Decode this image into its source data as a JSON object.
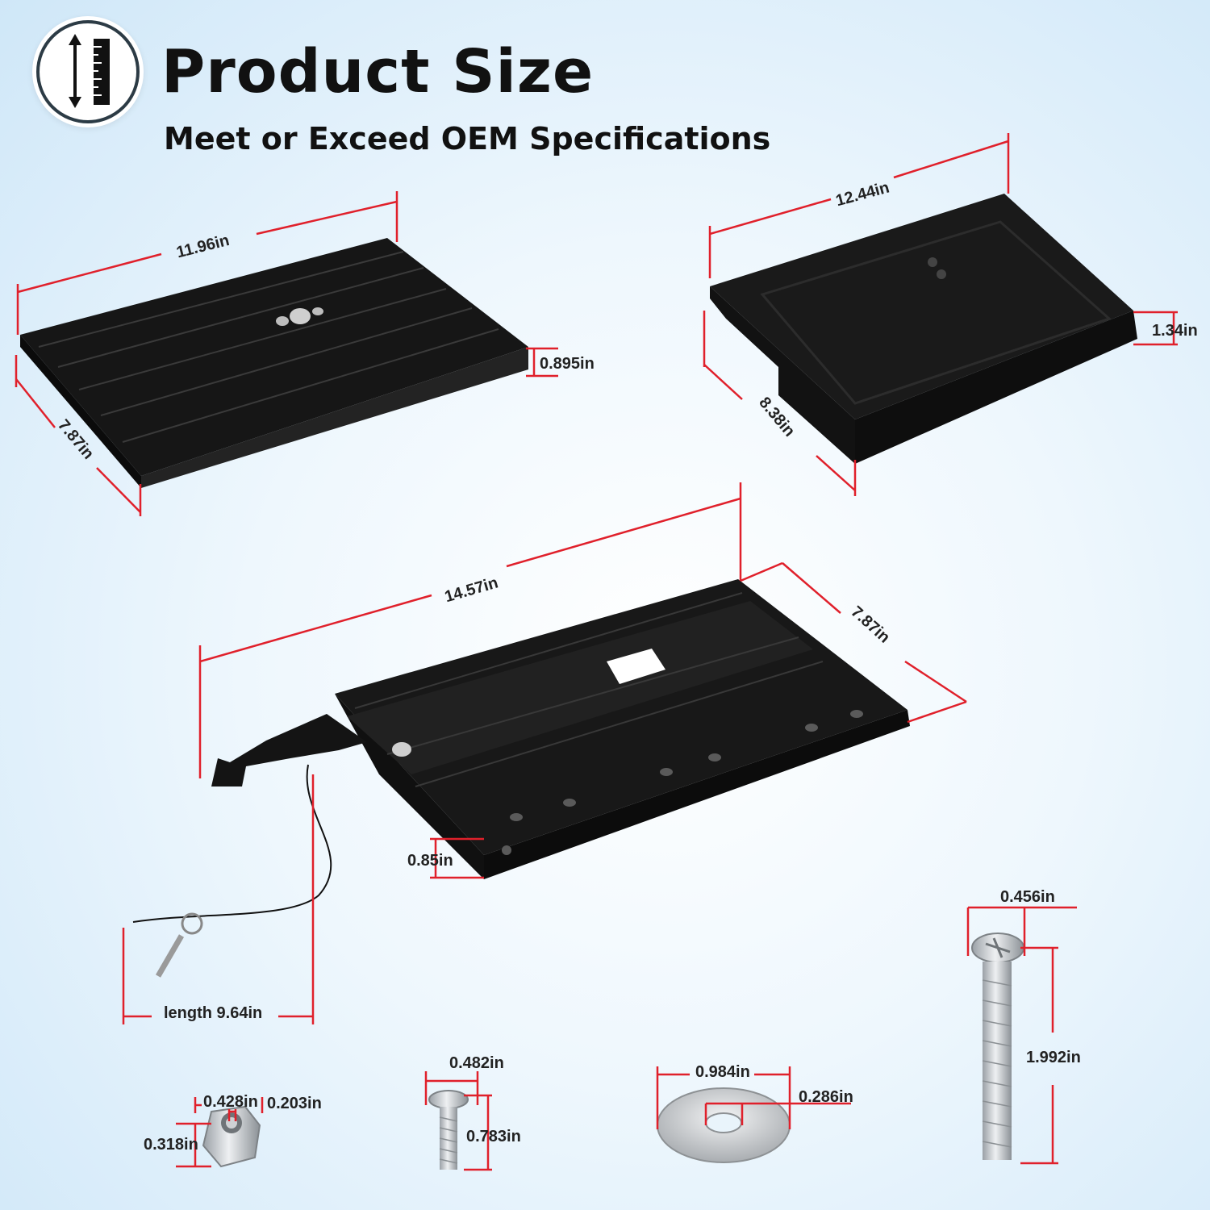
{
  "header": {
    "title": "Product Size",
    "subtitle": "Meet or Exceed OEM Specifications",
    "icon": "ruler-height-icon"
  },
  "colors": {
    "dimension_line": "#e0202b",
    "product": "#151515",
    "metal": "#c9ccd0",
    "background": "#e6f3fc"
  },
  "top_plate": {
    "width": "11.96in",
    "depth": "7.87in",
    "height": "0.895in"
  },
  "cover": {
    "width": "12.44in",
    "depth": "8.38in",
    "height": "1.34in"
  },
  "slider": {
    "length": "14.57in",
    "width": "7.87in",
    "thickness": "0.85in",
    "cable_length": "length 9.64in"
  },
  "hardware": {
    "nut": {
      "width": "0.428in",
      "thread": "0.203in",
      "height": "0.318in"
    },
    "small_bolt": {
      "head": "0.482in",
      "length": "0.783in"
    },
    "washer": {
      "outer": "0.984in",
      "inner": "0.286in"
    },
    "long_bolt": {
      "head": "0.456in",
      "length": "1.992in"
    }
  }
}
